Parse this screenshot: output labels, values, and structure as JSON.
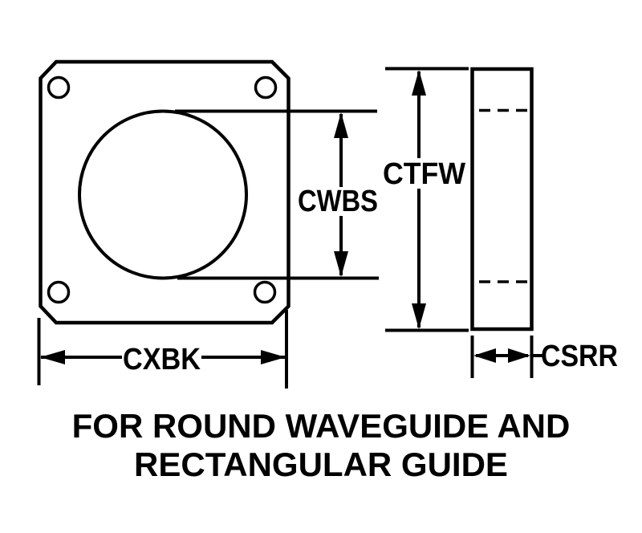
{
  "caption": {
    "line1": "FOR ROUND WAVEGUIDE AND",
    "line2": "RECTANGULAR GUIDE"
  },
  "dimensions": {
    "cwbs": {
      "label": "CWBS"
    },
    "ctfw": {
      "label": "CTFW"
    },
    "cxbk": {
      "label": "CXBK"
    },
    "csrr": {
      "label": "CSRR"
    }
  },
  "colors": {
    "line": "#000000",
    "background": "#ffffff"
  }
}
